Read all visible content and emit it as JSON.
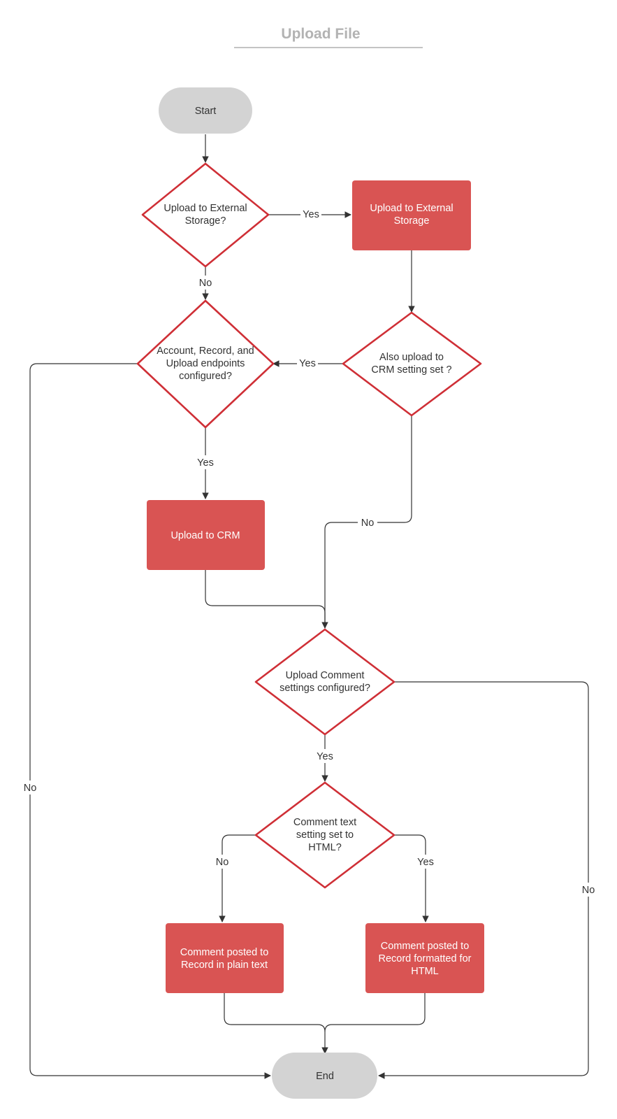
{
  "title": "Upload File",
  "colors": {
    "process_fill": "#d95453",
    "decision_stroke": "#cf2f36",
    "terminal_fill": "#d3d3d3",
    "connector": "#333333",
    "title": "#b3b3b3"
  },
  "nodes": {
    "start": {
      "label": "Start"
    },
    "d_external": {
      "label": [
        "Upload to External",
        "Storage?"
      ]
    },
    "p_external": {
      "label": [
        "Upload to External",
        "Storage"
      ]
    },
    "d_endpoints": {
      "label": [
        "Account, Record, and",
        "Upload endpoints",
        "configured?"
      ]
    },
    "d_also_crm": {
      "label": [
        "Also upload to",
        "CRM setting set ?"
      ]
    },
    "p_crm": {
      "label": "Upload to CRM"
    },
    "d_comment": {
      "label": [
        "Upload Comment",
        "settings configured?"
      ]
    },
    "d_html": {
      "label": [
        "Comment text",
        "setting set to",
        "HTML?"
      ]
    },
    "p_plain": {
      "label": [
        "Comment posted to",
        "Record in plain text"
      ]
    },
    "p_html": {
      "label": [
        "Comment posted to",
        "Record formatted for",
        "HTML"
      ]
    },
    "end": {
      "label": "End"
    }
  },
  "edge_labels": {
    "ext_yes": "Yes",
    "ext_no": "No",
    "also_yes": "Yes",
    "endpoints_yes": "Yes",
    "also_no": "No",
    "endpoints_no": "No",
    "comment_yes": "Yes",
    "comment_no": "No",
    "html_no": "No",
    "html_yes": "Yes"
  }
}
